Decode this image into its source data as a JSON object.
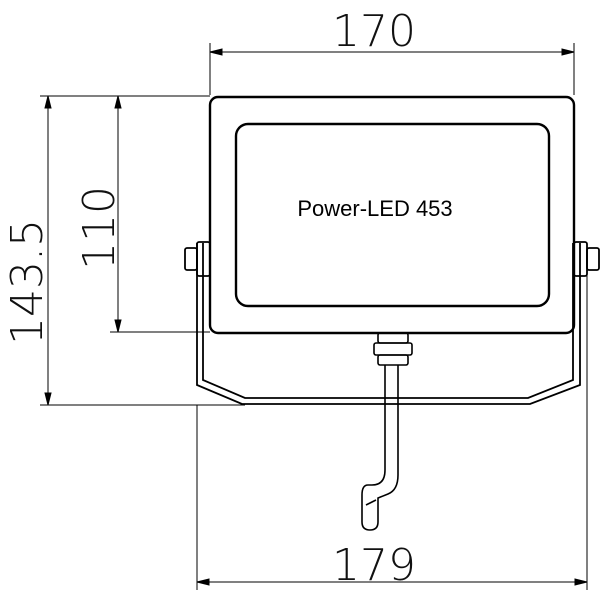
{
  "dimensions": {
    "width_top": "170",
    "width_bottom": "179",
    "height_overall": "143.5",
    "height_inner": "110"
  },
  "product_label": "Power-LED 453",
  "colors": {
    "line": "#000000",
    "background": "#ffffff"
  }
}
